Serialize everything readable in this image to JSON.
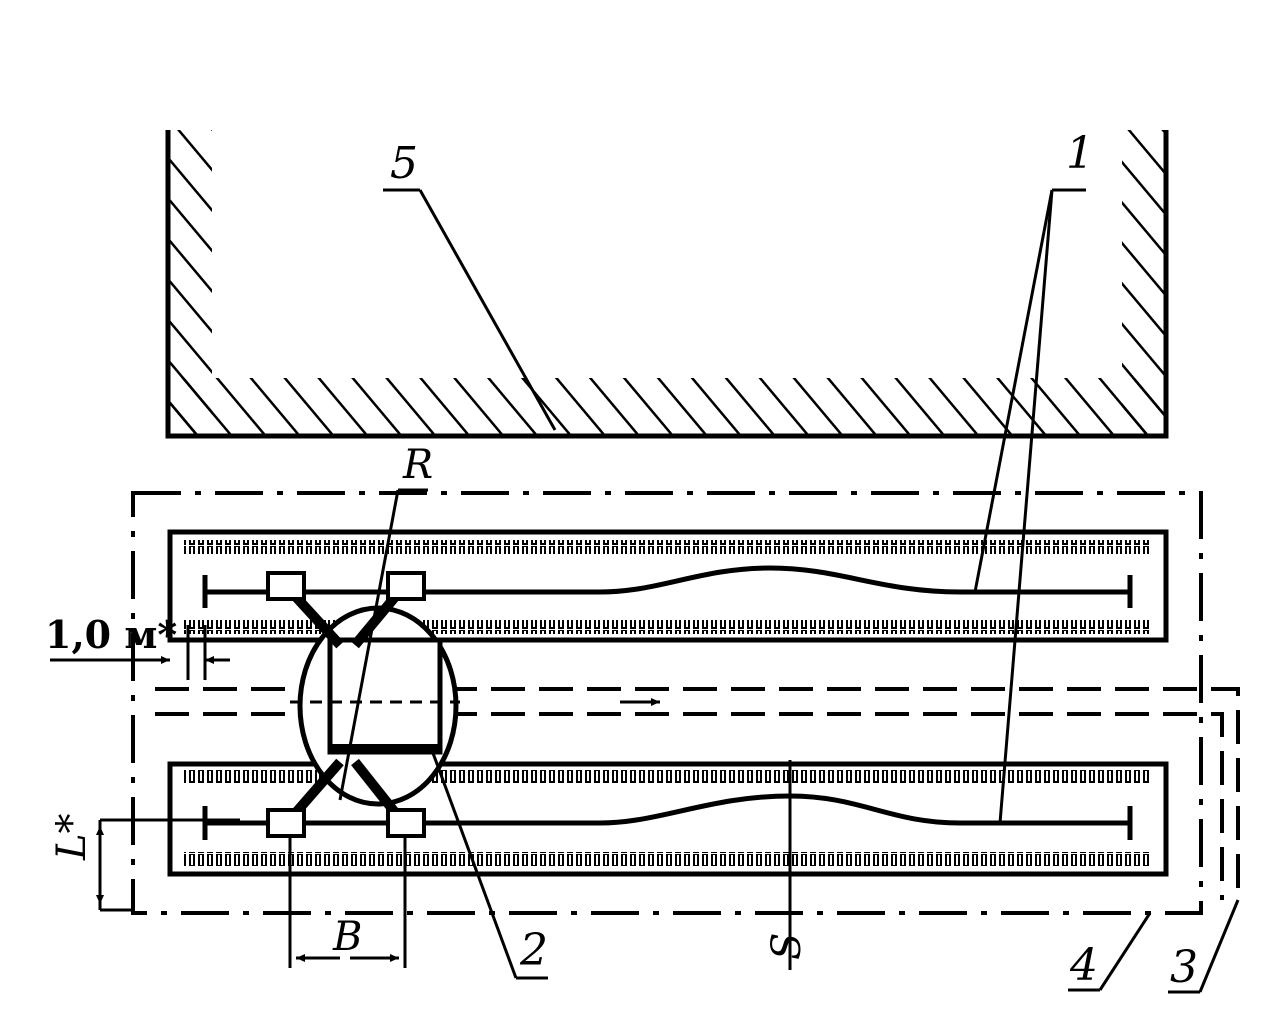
{
  "labels": {
    "wire": "1",
    "crane": "2",
    "zone_boundary": "3",
    "outer_boundary": "4",
    "wall": "5",
    "radius": "R",
    "gap": "1,0 м*",
    "spacing": "L*",
    "base": "B",
    "span": "S"
  },
  "colors": {
    "ink": "#000000",
    "paper": "#ffffff"
  }
}
